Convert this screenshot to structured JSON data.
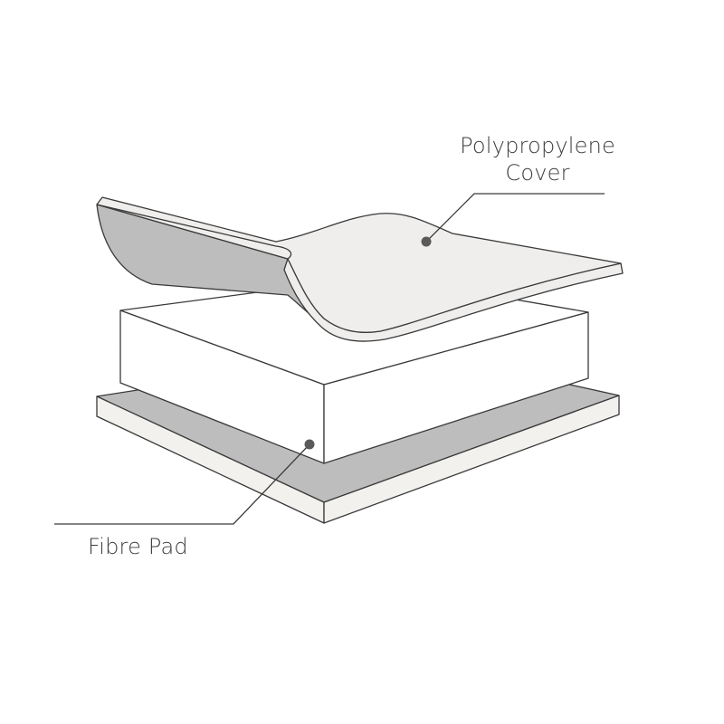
{
  "labels": {
    "cover_line1": "Polypropylene",
    "cover_line2": "Cover",
    "pad": "Fibre Pad"
  },
  "colors": {
    "outline": "#3a3a3a",
    "cover_top": "#efeeec",
    "cover_underside": "#bdbdbd",
    "fibre_pad": "#ffffff",
    "base_top": "#bdbdbd",
    "base_edge": "#f2f1ee",
    "leader_dot": "#5a5a5a",
    "text": "#3d3d3d"
  }
}
